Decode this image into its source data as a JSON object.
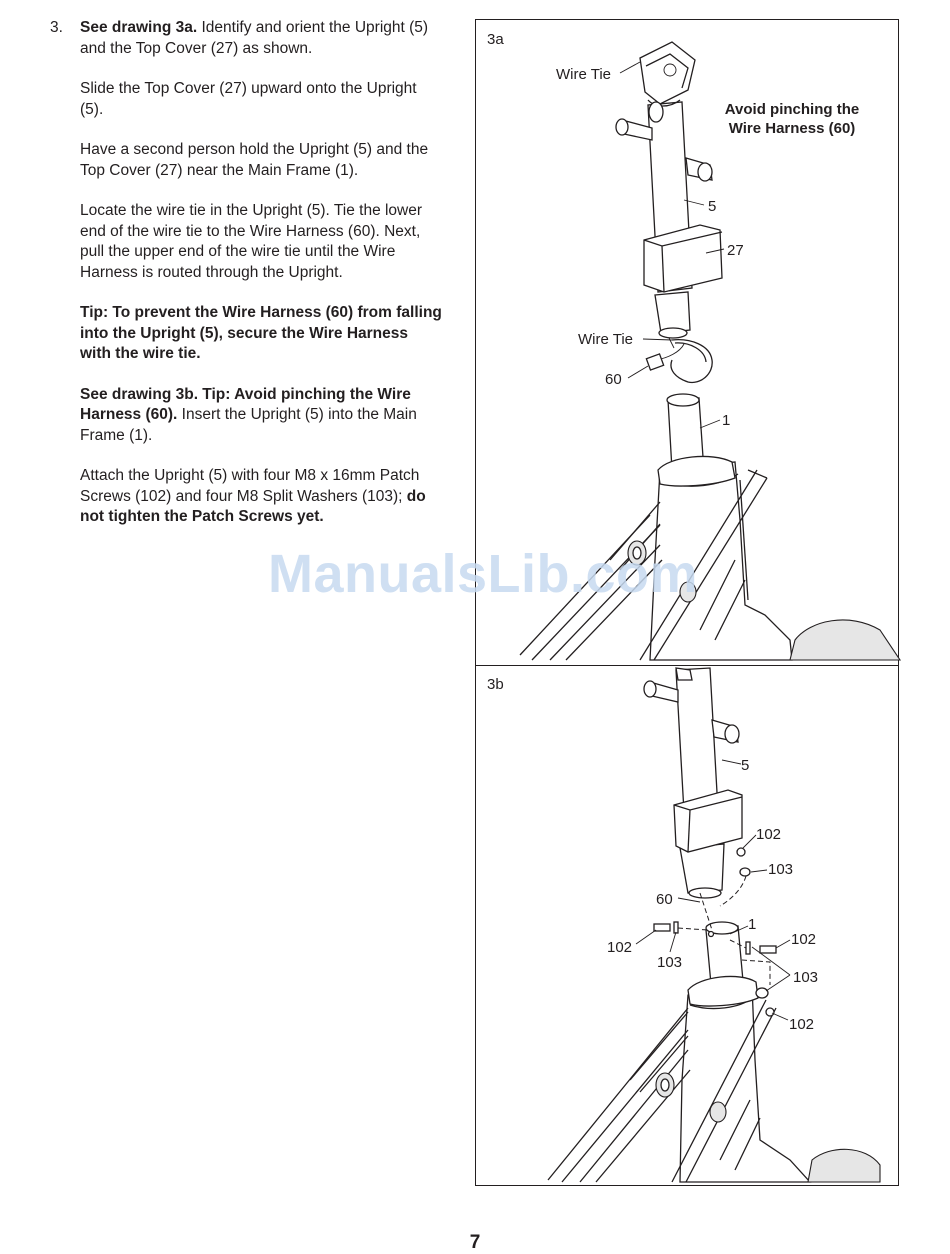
{
  "step": {
    "number": "3.",
    "paragraphs": [
      [
        {
          "text": "See drawing 3a.",
          "bold": true
        },
        {
          "text": " Identify and orient the Upright (5) and the Top Cover (27) as shown.",
          "bold": false
        }
      ],
      [
        {
          "text": "Slide the Top Cover (27) upward onto the Upright (5).",
          "bold": false
        }
      ],
      [
        {
          "text": "Have a second person hold the Upright (5) and the Top Cover (27) near the Main Frame (1).",
          "bold": false
        }
      ],
      [
        {
          "text": "Locate the wire tie in the Upright (5). Tie the lower end of the wire tie to the Wire Harness (60). Next, pull the upper end of the wire tie until the Wire Harness is routed through the Upright.",
          "bold": false
        }
      ],
      [
        {
          "text": "Tip: To prevent the Wire Harness (60) from falling into the Upright (5), secure the Wire Harness with the wire tie.",
          "bold": true
        }
      ],
      [
        {
          "text": "See drawing 3b. Tip: Avoid pinching the Wire Harness (60).",
          "bold": true
        },
        {
          "text": " Insert the Upright (5) into the Main Frame (1).",
          "bold": false
        }
      ],
      [
        {
          "text": "Attach the Upright (5) with four M8 x 16mm Patch Screws (102) and four M8 Split Washers (103); ",
          "bold": false
        },
        {
          "text": "do not tighten the Patch Screws yet.",
          "bold": true
        }
      ]
    ]
  },
  "drawing_3a": {
    "label": "3a",
    "wire_tie_top": "Wire Tie",
    "caution_line1": "Avoid pinching the",
    "caution_line2": "Wire Harness (60)",
    "part_5": "5",
    "part_27": "27",
    "wire_tie_bottom": "Wire Tie",
    "part_60": "60",
    "part_1": "1"
  },
  "drawing_3b": {
    "label": "3b",
    "part_5": "5",
    "part_102_a": "102",
    "part_103_a": "103",
    "part_60": "60",
    "part_1": "1",
    "part_102_left": "102",
    "part_103_left": "103",
    "part_102_right": "102",
    "part_103_right": "103",
    "part_102_bottom": "102"
  },
  "watermark": "ManualsLib.com",
  "page_number": "7"
}
